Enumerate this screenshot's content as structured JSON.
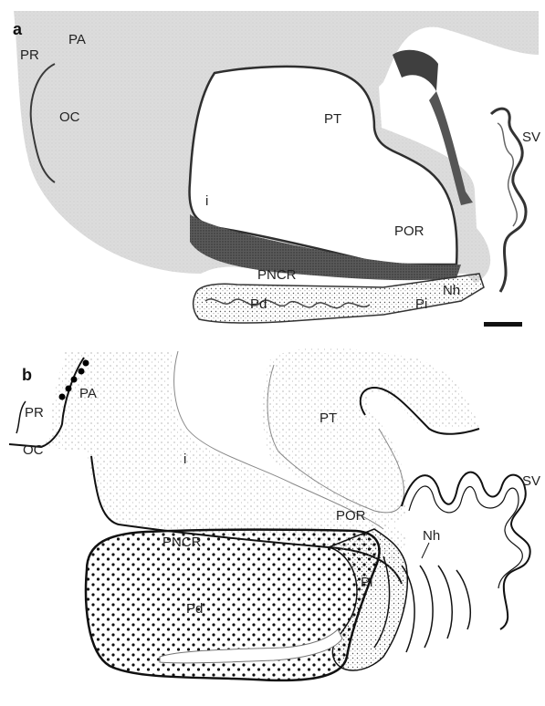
{
  "panel_a": {
    "letter": "a",
    "labels": {
      "PR": "PR",
      "PA": "PA",
      "OC": "OC",
      "PT": "PT",
      "SV": "SV",
      "i": "i",
      "POR": "POR",
      "PNCR": "PNCR",
      "Pd": "Pd",
      "Pi": "Pi",
      "Nh": "Nh"
    }
  },
  "panel_b": {
    "letter": "b",
    "labels": {
      "PR": "PR",
      "PA": "PA",
      "OC": "OC",
      "PT": "PT",
      "SV": "SV",
      "i": "i",
      "POR": "POR",
      "PNCR": "PNCR",
      "Pd": "Pd",
      "Pi": "Pi",
      "Nh": "Nh"
    }
  },
  "colors": {
    "tissue": "#d9d9d9",
    "tissue_dark": "#4a4a4a",
    "stipple": "#9a9a9a",
    "outline": "#1a1a1a"
  }
}
